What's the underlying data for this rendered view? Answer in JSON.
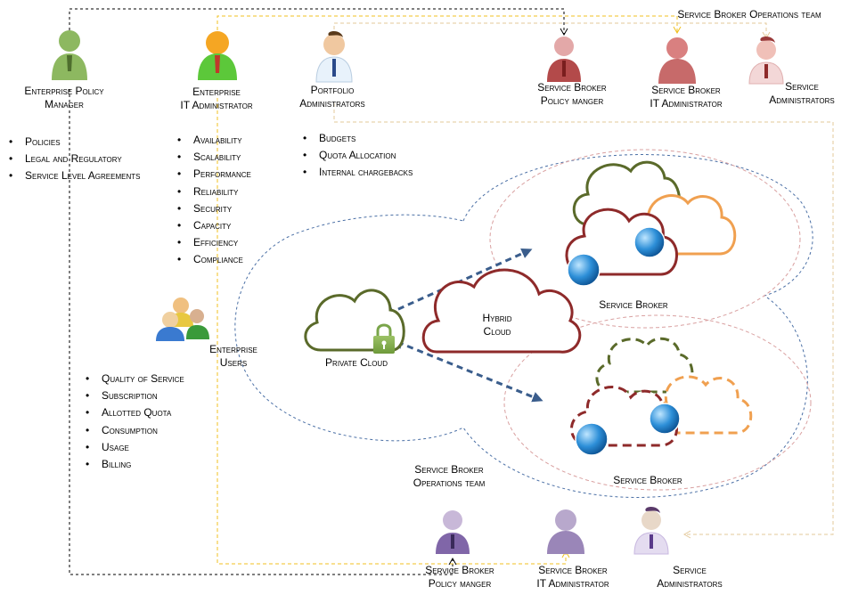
{
  "people": {
    "enterprise_policy_manager": {
      "line1": "Enterprise Policy",
      "line2": "Manager",
      "color": "#8db860"
    },
    "enterprise_it_admin": {
      "line1": "Enterprise",
      "line2": "IT Administrator",
      "color": "#5cc83a"
    },
    "portfolio_admins": {
      "line1": "Portfolio",
      "line2": "Administrators",
      "color": "#e8f2fb"
    },
    "sb_policy_top": {
      "line1": "Service Broker",
      "line2": "Policy manger",
      "color": "#b34a4a"
    },
    "sb_it_admin_top": {
      "line1": "Service Broker",
      "line2": "IT Administrator",
      "color": "#c76a6a"
    },
    "sb_admins_top": {
      "line1": "Service",
      "line2": "Administrators",
      "color": "#f3d7d7"
    },
    "enterprise_users": {
      "line1": "Enterprise",
      "line2": "Users"
    },
    "sb_policy_bottom": {
      "line1": "Service Broker",
      "line2": "Policy manger",
      "color": "#8066a8"
    },
    "sb_it_admin_bottom": {
      "line1": "Service Broker",
      "line2": "IT Administrator",
      "color": "#9a86b8"
    },
    "sb_admins_bottom": {
      "line1": "Service",
      "line2": "Administrators",
      "color": "#e4dcf0"
    }
  },
  "teams": {
    "top": "Service Broker Operations team",
    "bottom_line1": "Service Broker",
    "bottom_line2": "Operations team"
  },
  "lists": {
    "policy": [
      "Policies",
      "Legal and Regulatory",
      "Service Level Agreements"
    ],
    "it_admin": [
      "Availability",
      "Scalability",
      "Performance",
      "Reliability",
      "Security",
      "Capacity",
      "Efficiency",
      "Compliance"
    ],
    "portfolio": [
      "Budgets",
      "Quota Allocation",
      "Internal chargebacks"
    ],
    "users": [
      "Quality of Service",
      "Subscription",
      "Allotted Quota",
      "Consumption",
      "Usage",
      "Billing"
    ]
  },
  "clouds": {
    "hybrid_line1": "Hybrid",
    "hybrid_line2": "Cloud",
    "private": "Private Cloud",
    "broker_top": "Service Broker",
    "broker_bottom": "Service Broker"
  },
  "colors": {
    "black_line": "#000000",
    "yellow_line": "#f0c020",
    "tan_line": "#e3c89a",
    "blue_arrow": "#3a5d8c",
    "dark_green": "#5a6a2a",
    "dark_red": "#8e2a2a",
    "orange": "#f0a050"
  }
}
